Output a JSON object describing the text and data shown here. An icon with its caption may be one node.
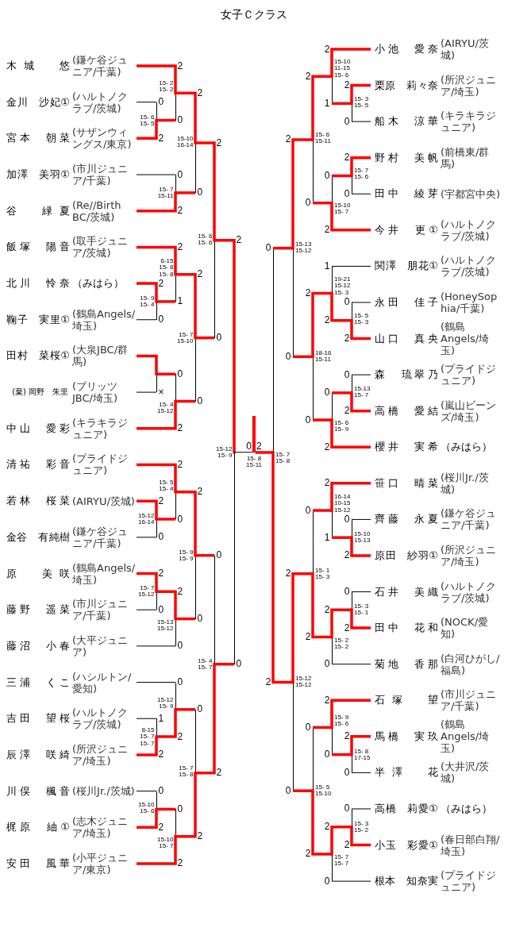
{
  "diagram": {
    "title": "女子Ｃクラス",
    "nodes": [
      {
        "text": [
          "木城　悠",
          "(鎌ケ谷ジュニア/千葉)"
        ]
      },
      {
        "text": [
          "金川　沙妃①",
          "(ハルトノクラブ/茨城)"
        ]
      },
      {
        "text": [
          "宮本　朝菜",
          "(サザンウィングス/東京)"
        ]
      },
      {
        "text": [
          "加澤　美羽①",
          "(市川ジュニア/千葉)"
        ]
      },
      {
        "text": [
          "谷　緑夏",
          "(Re//Birth BC/茨城)"
        ]
      },
      {
        "text": [
          "飯塚　陽音",
          "(取手ジュニア/茨城)"
        ]
      },
      {
        "text": [
          "北川　怜奈",
          "（みはら）"
        ]
      },
      {
        "text": [
          "鞠子　実里①",
          "(鶴島Angels/埼玉)"
        ]
      },
      {
        "text": [
          "田村　菜桜①",
          "(大泉JBC/群馬)"
        ]
      },
      {
        "text": [
          "岡野　朱里",
          "(ブリッツJBC/埼玉)"
        ],
        "beside": [
          "(棄)"
        ]
      },
      {
        "text": [
          "中山　愛彩",
          "(キラキラジュニア)"
        ]
      },
      {
        "text": [
          "清祐　彩音",
          "(プライドジュニア)"
        ]
      },
      {
        "text": [
          "若林　桜菜",
          "(AIRYU/茨城)"
        ]
      },
      {
        "text": [
          "金谷　有純樹",
          "(鎌ケ谷ジュニア/千葉)"
        ]
      },
      {
        "text": [
          "原　美咲",
          "(鶴島Angels/埼玉)"
        ]
      },
      {
        "text": [
          "藤野　遥菜",
          "(市川ジュニア/千葉)"
        ]
      },
      {
        "text": [
          "藤沼　小春",
          "(大平ジュニア)"
        ]
      },
      {
        "text": [
          "三浦　くこ",
          "(ハシルトン/愛知)"
        ]
      },
      {
        "text": [
          "吉田　望桜",
          "(ハルトノクラブ/茨城)"
        ]
      },
      {
        "text": [
          "辰澤　咲綺",
          "(所沢ジュニア/埼玉)"
        ]
      },
      {
        "text": [
          "川俣　楓音",
          "(桜川Jr./茨城)"
        ]
      },
      {
        "text": [
          "梶原　紬①",
          "(志木ジュニア/埼玉)"
        ]
      },
      {
        "text": [
          "安田　風華",
          "(小平ジュニア/東京)"
        ]
      },
      {
        "text": [
          "小池　愛奈",
          "(AIRYU/茨城)"
        ]
      },
      {
        "text": [
          "栗原　莉々奈",
          "(所沢ジュニア/埼玉)"
        ]
      },
      {
        "text": [
          "船木　涼華",
          "(キラキラジュニア)"
        ]
      },
      {
        "text": [
          "野村　美帆",
          "(前橋東/群馬)"
        ]
      },
      {
        "text": [
          "田中　綾芽",
          "(宇都宮中央)"
        ]
      },
      {
        "text": [
          "今井　更①",
          "(ハルトノクラブ/茨城)"
        ]
      },
      {
        "text": [
          "関澤　朋花①",
          "(ハルトノクラブ/茨城)"
        ]
      },
      {
        "text": [
          "永田　佳子",
          "(HoneySophia/千葉)"
        ]
      },
      {
        "text": [
          "山口　真央",
          "(鶴島Angels/埼玉)"
        ]
      },
      {
        "text": [
          "森　琉翠乃",
          "(プライドジュニア)"
        ]
      },
      {
        "text": [
          "高橋　愛結",
          "(嵐山ビーンズ/埼玉)"
        ]
      },
      {
        "text": [
          "櫻井　実希",
          "（みはら）"
        ]
      },
      {
        "text": [
          "笹口　晴菜",
          "(桜川Jr./茨城)"
        ]
      },
      {
        "text": [
          "齊藤　永夏",
          "(鎌ケ谷ジュニア/千葉)"
        ]
      },
      {
        "text": [
          "原田　紗羽①",
          "(所沢ジュニア/埼玉)"
        ]
      },
      {
        "text": [
          "石井　美織",
          "(ハルトノクラブ/茨城)"
        ]
      },
      {
        "text": [
          "田中　花和",
          "(NOCK/愛知)"
        ]
      },
      {
        "text": [
          "菊地　香那",
          "(白河ひがし/福島)"
        ]
      },
      {
        "text": [
          "石塚　望",
          "(市川ジュニア/千葉)"
        ]
      },
      {
        "text": [
          "馬橋　実玖",
          "(鶴島Angels/埼玉)"
        ]
      },
      {
        "text": [
          "半澤　花",
          "(大井沢/茨城)"
        ]
      },
      {
        "text": [
          "高橋　莉愛①",
          "（みはら）"
        ]
      },
      {
        "text": [
          "小玉　彩愛①",
          "(春日部白翔/埼玉)"
        ]
      },
      {
        "text": [
          "根本　知奈実",
          "(プライドジュニア)"
        ]
      },
      {
        "text": [],
        "shape": "bar",
        "beside": [
          "15- 6",
          "15- 5"
        ]
      },
      {
        "text": [],
        "shape": "bar",
        "beside": [
          "15- 2",
          "15- 2"
        ]
      },
      {
        "text": [],
        "shape": "bar",
        "beside": [
          "15- 7",
          "15-11"
        ]
      },
      {
        "text": [],
        "shape": "bar",
        "beside": [
          "15-10",
          "16-14"
        ]
      },
      {
        "text": [],
        "shape": "bar",
        "beside": [
          "15- 9",
          "15- 4"
        ]
      },
      {
        "text": [],
        "shape": "bar",
        "beside": [
          "6-15",
          "15- 8",
          "15- 8"
        ]
      },
      {
        "text": [],
        "shape": "bar"
      },
      {
        "text": [],
        "shape": "bar",
        "beside": [
          "15- 4",
          "15-12"
        ]
      },
      {
        "text": [],
        "shape": "bar",
        "beside": [
          "15- 7",
          "15-10"
        ]
      },
      {
        "text": [],
        "shape": "bar",
        "beside": [
          "15- 6",
          "15- 6"
        ]
      },
      {
        "text": [],
        "shape": "bar",
        "beside": [
          "15-12",
          "16-14"
        ]
      },
      {
        "text": [],
        "shape": "bar",
        "beside": [
          "15- 5",
          "15- 4"
        ]
      },
      {
        "text": [],
        "shape": "bar",
        "beside": [
          "15- 7",
          "15-12"
        ]
      },
      {
        "text": [],
        "shape": "bar",
        "beside": [
          "15-13",
          "15-12"
        ]
      },
      {
        "text": [],
        "shape": "bar",
        "beside": [
          "15- 9",
          "15- 9"
        ]
      },
      {
        "text": [],
        "shape": "bar",
        "beside": [
          "8-15",
          "15- 7",
          "15- 7"
        ]
      },
      {
        "text": [],
        "shape": "bar",
        "beside": [
          "15-12",
          "15- 9"
        ]
      },
      {
        "text": [],
        "shape": "bar",
        "beside": [
          "15-10",
          "15- 6"
        ]
      },
      {
        "text": [],
        "shape": "bar",
        "beside": [
          "15-10",
          "15- 7"
        ]
      },
      {
        "text": [],
        "shape": "bar",
        "beside": [
          "15- 7",
          "15- 8"
        ]
      },
      {
        "text": [],
        "shape": "bar",
        "beside": [
          "15- 4",
          "15- 7"
        ]
      },
      {
        "text": [],
        "shape": "bar",
        "beside": [
          "15-12",
          "15- 9"
        ]
      },
      {
        "text": [],
        "shape": "bar",
        "beside": [
          "15- 8",
          "15-11"
        ]
      },
      {
        "text": [],
        "shape": "bar",
        "beside": [
          "15- 3",
          "15- 5"
        ]
      },
      {
        "text": [],
        "shape": "bar",
        "beside": [
          "15-10",
          "11-15",
          "15- 6"
        ]
      },
      {
        "text": [],
        "shape": "bar",
        "beside": [
          "15- 7",
          "15- 6"
        ]
      },
      {
        "text": [],
        "shape": "bar",
        "beside": [
          "15-10",
          "15- 7"
        ]
      },
      {
        "text": [],
        "shape": "bar",
        "beside": [
          "15- 6",
          "15-11"
        ]
      },
      {
        "text": [],
        "shape": "bar",
        "beside": [
          "15- 5",
          "15- 3"
        ]
      },
      {
        "text": [],
        "shape": "bar",
        "beside": [
          "19-21",
          "15-12",
          "15- 3"
        ]
      },
      {
        "text": [],
        "shape": "bar",
        "beside": [
          "15-13",
          "15- 7"
        ]
      },
      {
        "text": [],
        "shape": "bar",
        "beside": [
          "15- 6",
          "15- 9"
        ]
      },
      {
        "text": [],
        "shape": "bar",
        "beside": [
          "18-16",
          "15-11"
        ]
      },
      {
        "text": [],
        "shape": "bar",
        "beside": [
          "15-13",
          "15-12"
        ]
      },
      {
        "text": [],
        "shape": "bar",
        "beside": [
          "15-10",
          "15-13"
        ]
      },
      {
        "text": [],
        "shape": "bar",
        "beside": [
          "16-14",
          "10-15",
          "15-12"
        ]
      },
      {
        "text": [],
        "shape": "bar",
        "beside": [
          "15- 3",
          "15- 1"
        ]
      },
      {
        "text": [],
        "shape": "bar",
        "beside": [
          "15- 2",
          "15- 2"
        ]
      },
      {
        "text": [],
        "shape": "bar",
        "beside": [
          "15- 1",
          "15- 3"
        ]
      },
      {
        "text": [],
        "shape": "bar",
        "beside": [
          "15- 8",
          "17-15"
        ]
      },
      {
        "text": [],
        "shape": "bar",
        "beside": [
          "15- 9",
          "15- 6"
        ]
      },
      {
        "text": [],
        "shape": "bar",
        "beside": [
          "15- 3",
          "15- 2"
        ]
      },
      {
        "text": [],
        "shape": "bar",
        "beside": [
          "15- 7",
          "15- 7"
        ]
      },
      {
        "text": [],
        "shape": "bar",
        "beside": [
          "15- 5",
          "15-10"
        ]
      },
      {
        "text": [],
        "shape": "bar",
        "beside": [
          "15-12",
          "15-12"
        ]
      },
      {
        "text": [],
        "shape": "bar",
        "beside": [
          "15- 7",
          "15- 8"
        ]
      }
    ],
    "edges": [
      {
        "from": 0,
        "to": 48,
        "arrow": "none",
        "label": "2"
      },
      {
        "from": 1,
        "to": 47,
        "arrow": "none",
        "label": "0",
        "color": "#000000"
      },
      {
        "from": 2,
        "to": 47,
        "arrow": "none",
        "label": "2"
      },
      {
        "from": 47,
        "to": 48,
        "arrow": "none",
        "label": "0"
      },
      {
        "from": 3,
        "to": 49,
        "arrow": "none",
        "label": "0",
        "color": "#000000"
      },
      {
        "from": 4,
        "to": 49,
        "arrow": "none",
        "label": "2"
      },
      {
        "from": 48,
        "to": 50,
        "arrow": "none",
        "label": "2"
      },
      {
        "from": 49,
        "to": 50,
        "arrow": "none",
        "label": "0"
      },
      {
        "from": 5,
        "to": 52,
        "arrow": "none",
        "label": "2"
      },
      {
        "from": 6,
        "to": 51,
        "arrow": "none",
        "label": "2"
      },
      {
        "from": 7,
        "to": 51,
        "arrow": "none",
        "label": "0",
        "color": "#000000"
      },
      {
        "from": 51,
        "to": 52,
        "arrow": "none",
        "label": "1"
      },
      {
        "from": 8,
        "to": 53,
        "arrow": "none"
      },
      {
        "from": 9,
        "to": 53,
        "arrow": "none",
        "label": "×",
        "color": "#000000"
      },
      {
        "from": 53,
        "to": 54,
        "arrow": "none",
        "label": "0"
      },
      {
        "from": 10,
        "to": 54,
        "arrow": "none",
        "label": "2"
      },
      {
        "from": 52,
        "to": 55,
        "arrow": "none",
        "label": "2"
      },
      {
        "from": 54,
        "to": 55,
        "arrow": "none",
        "label": "0"
      },
      {
        "from": 50,
        "to": 56,
        "arrow": "none",
        "label": "2"
      },
      {
        "from": 55,
        "to": 56,
        "arrow": "none",
        "label": "0"
      },
      {
        "from": 11,
        "to": 58,
        "arrow": "none",
        "label": "2"
      },
      {
        "from": 12,
        "to": 57,
        "arrow": "none",
        "label": "2"
      },
      {
        "from": 13,
        "to": 57,
        "arrow": "none",
        "label": "0",
        "color": "#000000"
      },
      {
        "from": 57,
        "to": 58,
        "arrow": "none",
        "label": "0"
      },
      {
        "from": 14,
        "to": 59,
        "arrow": "none",
        "label": "2"
      },
      {
        "from": 15,
        "to": 59,
        "arrow": "none",
        "label": "0",
        "color": "#000000"
      },
      {
        "from": 59,
        "to": 60,
        "arrow": "none",
        "label": "2"
      },
      {
        "from": 16,
        "to": 60,
        "arrow": "none",
        "label": "0",
        "color": "#000000"
      },
      {
        "from": 58,
        "to": 61,
        "arrow": "none",
        "label": "2"
      },
      {
        "from": 60,
        "to": 61,
        "arrow": "none",
        "label": "0"
      },
      {
        "from": 17,
        "to": 63,
        "arrow": "none",
        "label": "0",
        "color": "#000000"
      },
      {
        "from": 18,
        "to": 62,
        "arrow": "none",
        "label": "1",
        "color": "#000000"
      },
      {
        "from": 19,
        "to": 62,
        "arrow": "none",
        "label": "2"
      },
      {
        "from": 62,
        "to": 63,
        "arrow": "none",
        "label": "2"
      },
      {
        "from": 20,
        "to": 64,
        "arrow": "none",
        "label": "0",
        "color": "#000000"
      },
      {
        "from": 21,
        "to": 64,
        "arrow": "none",
        "label": "2"
      },
      {
        "from": 64,
        "to": 65,
        "arrow": "none",
        "label": "0"
      },
      {
        "from": 22,
        "to": 65,
        "arrow": "none",
        "label": "2"
      },
      {
        "from": 63,
        "to": 66,
        "arrow": "none",
        "label": "0"
      },
      {
        "from": 65,
        "to": 66,
        "arrow": "none",
        "label": "2"
      },
      {
        "from": 61,
        "to": 67,
        "arrow": "none",
        "label": "0"
      },
      {
        "from": 66,
        "to": 67,
        "arrow": "none",
        "label": "2"
      },
      {
        "from": 56,
        "to": 68,
        "arrow": "none",
        "label": "2"
      },
      {
        "from": 67,
        "to": 68,
        "arrow": "none",
        "label": "0"
      },
      {
        "from": 68,
        "to": 69,
        "arrow": "none",
        "label": "0",
        "color": "#000000"
      },
      {
        "from": 92,
        "to": 69,
        "arrow": "none",
        "label": "2"
      },
      {
        "from": 23,
        "to": 71,
        "arrow": "none",
        "label": "2"
      },
      {
        "from": 24,
        "to": 70,
        "arrow": "none",
        "label": "2"
      },
      {
        "from": 25,
        "to": 70,
        "arrow": "none",
        "label": "0",
        "color": "#000000"
      },
      {
        "from": 70,
        "to": 71,
        "arrow": "none",
        "label": "1"
      },
      {
        "from": 26,
        "to": 72,
        "arrow": "none",
        "label": "2"
      },
      {
        "from": 27,
        "to": 72,
        "arrow": "none",
        "label": "0",
        "color": "#000000"
      },
      {
        "from": 72,
        "to": 73,
        "arrow": "none",
        "label": "0"
      },
      {
        "from": 28,
        "to": 73,
        "arrow": "none",
        "label": "2"
      },
      {
        "from": 71,
        "to": 74,
        "arrow": "none",
        "label": "2"
      },
      {
        "from": 73,
        "to": 74,
        "arrow": "none",
        "label": "0"
      },
      {
        "from": 29,
        "to": 76,
        "arrow": "none",
        "label": "1",
        "color": "#000000"
      },
      {
        "from": 30,
        "to": 75,
        "arrow": "none",
        "label": "0",
        "color": "#000000"
      },
      {
        "from": 31,
        "to": 75,
        "arrow": "none",
        "label": "2"
      },
      {
        "from": 75,
        "to": 76,
        "arrow": "none",
        "label": "2"
      },
      {
        "from": 32,
        "to": 77,
        "arrow": "none",
        "label": "0",
        "color": "#000000"
      },
      {
        "from": 33,
        "to": 77,
        "arrow": "none",
        "label": "2"
      },
      {
        "from": 77,
        "to": 78,
        "arrow": "none",
        "label": "0"
      },
      {
        "from": 34,
        "to": 78,
        "arrow": "none",
        "label": "2"
      },
      {
        "from": 76,
        "to": 79,
        "arrow": "none",
        "label": "2"
      },
      {
        "from": 78,
        "to": 79,
        "arrow": "none",
        "label": "0"
      },
      {
        "from": 74,
        "to": 80,
        "arrow": "none",
        "label": "2"
      },
      {
        "from": 79,
        "to": 80,
        "arrow": "none",
        "label": "0"
      },
      {
        "from": 35,
        "to": 82,
        "arrow": "none",
        "label": "2"
      },
      {
        "from": 36,
        "to": 81,
        "arrow": "none",
        "label": "0",
        "color": "#000000"
      },
      {
        "from": 37,
        "to": 81,
        "arrow": "none",
        "label": "2"
      },
      {
        "from": 81,
        "to": 82,
        "arrow": "none",
        "label": "1"
      },
      {
        "from": 38,
        "to": 83,
        "arrow": "none",
        "label": "0",
        "color": "#000000"
      },
      {
        "from": 39,
        "to": 83,
        "arrow": "none",
        "label": "2"
      },
      {
        "from": 83,
        "to": 84,
        "arrow": "none",
        "label": "2"
      },
      {
        "from": 40,
        "to": 84,
        "arrow": "none",
        "label": "0",
        "color": "#000000"
      },
      {
        "from": 82,
        "to": 85,
        "arrow": "none",
        "label": "0"
      },
      {
        "from": 84,
        "to": 85,
        "arrow": "none",
        "label": "2"
      },
      {
        "from": 41,
        "to": 87,
        "arrow": "none",
        "label": "2"
      },
      {
        "from": 42,
        "to": 86,
        "arrow": "none",
        "label": "2"
      },
      {
        "from": 43,
        "to": 86,
        "arrow": "none",
        "label": "0",
        "color": "#000000"
      },
      {
        "from": 86,
        "to": 87,
        "arrow": "none",
        "label": "0"
      },
      {
        "from": 44,
        "to": 88,
        "arrow": "none",
        "label": "0",
        "color": "#000000"
      },
      {
        "from": 45,
        "to": 88,
        "arrow": "none",
        "label": "2"
      },
      {
        "from": 88,
        "to": 89,
        "arrow": "none",
        "label": "2"
      },
      {
        "from": 46,
        "to": 89,
        "arrow": "none",
        "label": "0",
        "color": "#000000"
      },
      {
        "from": 87,
        "to": 90,
        "arrow": "none",
        "label": "0"
      },
      {
        "from": 89,
        "to": 90,
        "arrow": "none",
        "label": "2"
      },
      {
        "from": 85,
        "to": 91,
        "arrow": "none",
        "label": "2"
      },
      {
        "from": 90,
        "to": 91,
        "arrow": "none",
        "label": "0"
      },
      {
        "from": 80,
        "to": 92,
        "arrow": "none",
        "label": "0"
      },
      {
        "from": 91,
        "to": 92,
        "arrow": "none",
        "label": "2"
      }
    ]
  }
}
